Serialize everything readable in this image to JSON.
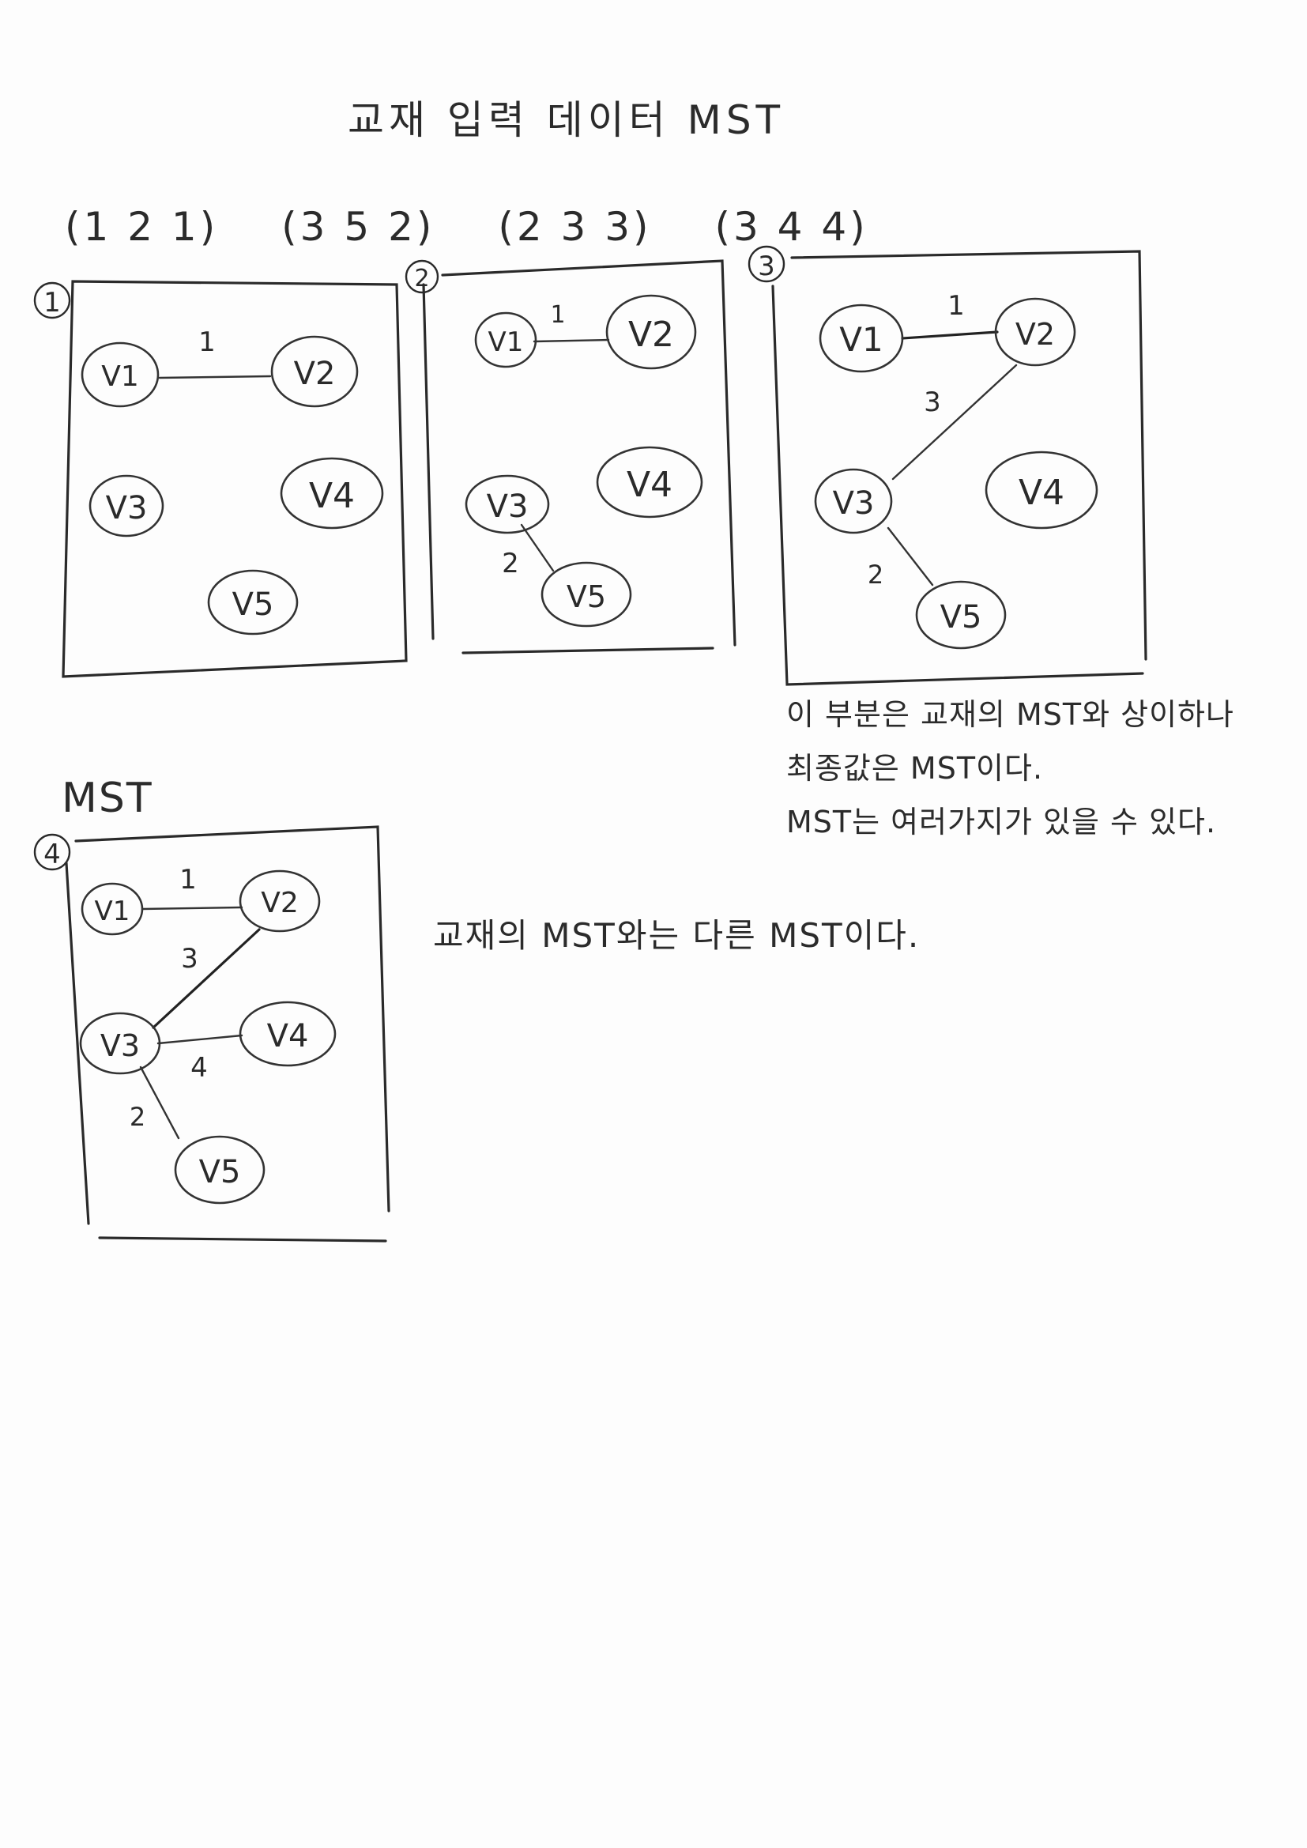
{
  "title": "교재 입력 데이터 MST",
  "edge_list": [
    "(1 2 1)",
    "(3 5 2)",
    "(2 3 3)",
    "(3 4 4)"
  ],
  "panels": [
    {
      "step": "1",
      "vertices": [
        "V1",
        "V2",
        "V3",
        "V4",
        "V5"
      ],
      "edges": [
        {
          "from": "V1",
          "to": "V2",
          "weight": "1"
        }
      ]
    },
    {
      "step": "2",
      "vertices": [
        "V1",
        "V2",
        "V3",
        "V4",
        "V5"
      ],
      "edges": [
        {
          "from": "V1",
          "to": "V2",
          "weight": "1"
        },
        {
          "from": "V3",
          "to": "V5",
          "weight": "2"
        }
      ]
    },
    {
      "step": "3",
      "vertices": [
        "V1",
        "V2",
        "V3",
        "V4",
        "V5"
      ],
      "edges": [
        {
          "from": "V1",
          "to": "V2",
          "weight": "1"
        },
        {
          "from": "V2",
          "to": "V3",
          "weight": "3"
        },
        {
          "from": "V3",
          "to": "V5",
          "weight": "2"
        }
      ]
    },
    {
      "step": "4",
      "vertices": [
        "V1",
        "V2",
        "V3",
        "V4",
        "V5"
      ],
      "edges": [
        {
          "from": "V1",
          "to": "V2",
          "weight": "1"
        },
        {
          "from": "V2",
          "to": "V3",
          "weight": "3"
        },
        {
          "from": "V3",
          "to": "V4",
          "weight": "4"
        },
        {
          "from": "V3",
          "to": "V5",
          "weight": "2"
        }
      ]
    }
  ],
  "note_lines": [
    "이 부분은 교재의 MST와 상이하나",
    "최종값은 MST이다.",
    "MST는 여러가지가 있을 수 있다."
  ],
  "mst_label": "MST",
  "remark": "교재의 MST와는 다른 MST이다."
}
